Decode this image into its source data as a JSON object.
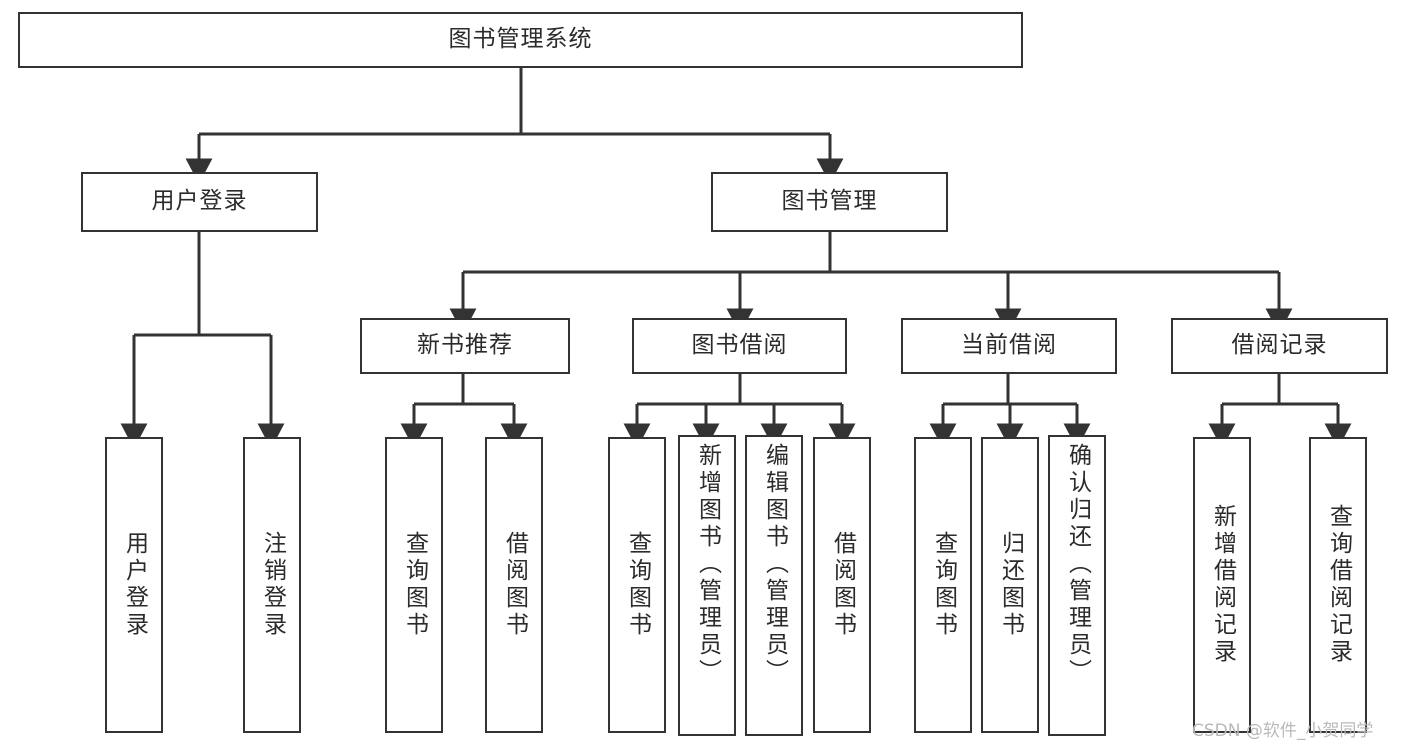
{
  "diagram": {
    "title": "图书管理系统",
    "type": "tree-hierarchy",
    "colors": {
      "node_border": "#333333",
      "node_fill": "#ffffff",
      "edge": "#333333",
      "text": "#2b2b2b",
      "watermark": "#b9b9b9",
      "background": "#ffffff"
    },
    "root": {
      "label": "图书管理系统"
    },
    "level1": [
      {
        "label": "用户登录"
      },
      {
        "label": "图书管理"
      }
    ],
    "level2": [
      {
        "label": "新书推荐"
      },
      {
        "label": "图书借阅"
      },
      {
        "label": "当前借阅"
      },
      {
        "label": "借阅记录"
      }
    ],
    "leaves": {
      "user_login": [
        {
          "label": "用户登录"
        },
        {
          "label": "注销登录"
        }
      ],
      "new_book_recommend": [
        {
          "label": "查询图书"
        },
        {
          "label": "借阅图书"
        }
      ],
      "book_borrow": [
        {
          "label": "查询图书"
        },
        {
          "label": "新增图书（管理员）"
        },
        {
          "label": "编辑图书（管理员）"
        },
        {
          "label": "借阅图书"
        }
      ],
      "current_borrow": [
        {
          "label": "查询图书"
        },
        {
          "label": "归还图书"
        },
        {
          "label": "确认归还（管理员）"
        }
      ],
      "borrow_record": [
        {
          "label": "新增借阅记录"
        },
        {
          "label": "查询借阅记录"
        }
      ]
    }
  },
  "watermark": {
    "text": "CSDN @软件_小贺同学"
  }
}
